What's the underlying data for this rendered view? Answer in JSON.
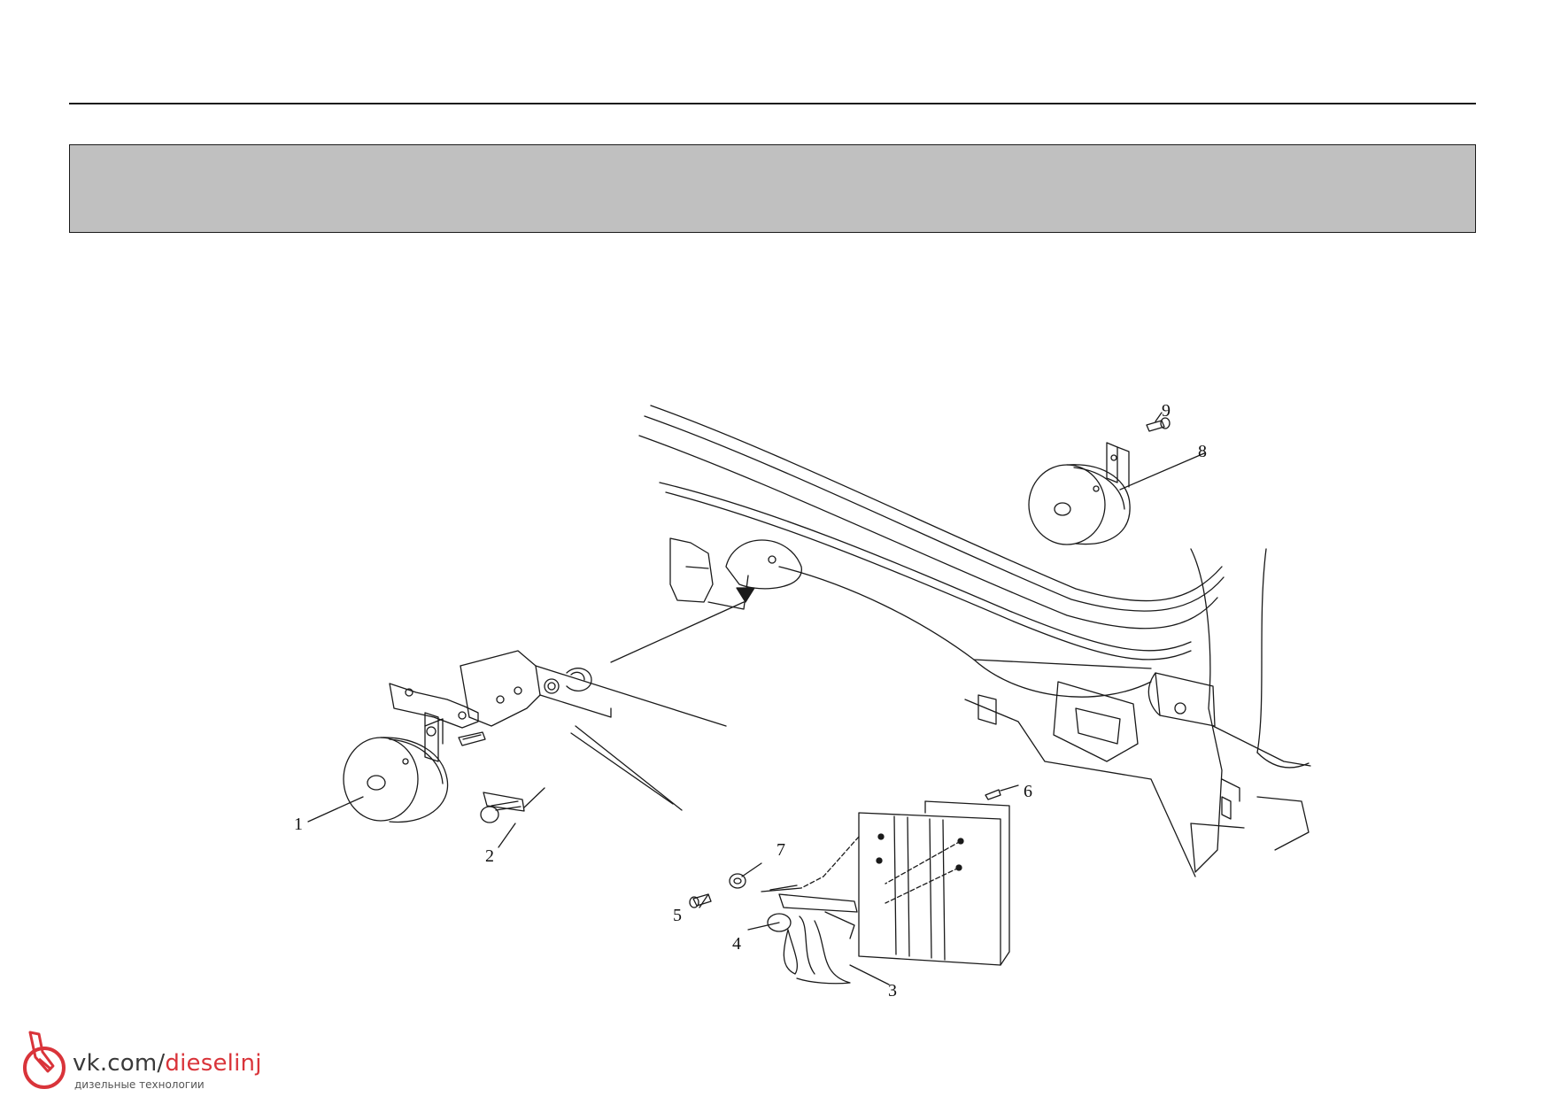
{
  "banner": {
    "text": ""
  },
  "callouts": {
    "c1": "1",
    "c2": "2",
    "c3": "3",
    "c4": "4",
    "c5": "5",
    "c6": "6",
    "c7": "7",
    "c8": "8",
    "c9": "9"
  },
  "watermark": {
    "site_prefix": "vk.com/",
    "site_name": "dieselinj",
    "tagline": "дизельные технологии"
  },
  "colors": {
    "banner": "#c0c0c0",
    "watermark_accent": "#d9343a",
    "line": "#1a1a1a"
  }
}
